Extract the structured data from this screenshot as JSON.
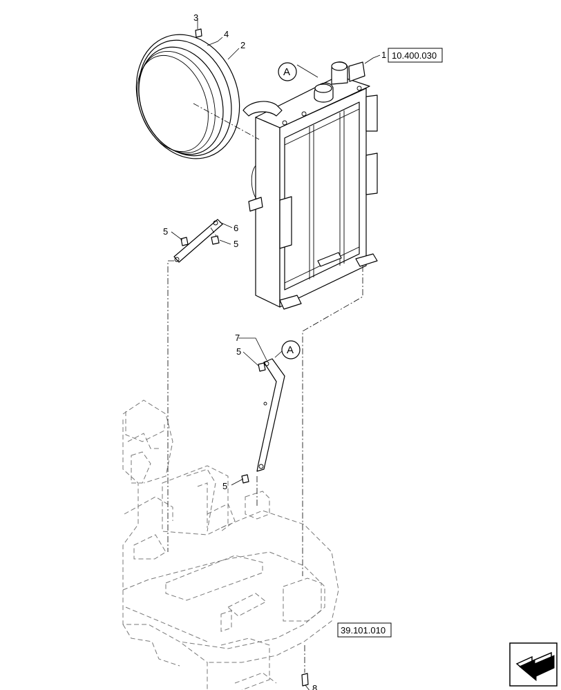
{
  "callouts": {
    "c1": "1",
    "c2": "2",
    "c3": "3",
    "c4": "4",
    "c5a": "5",
    "c5b": "5",
    "c5c": "5",
    "c5d": "5",
    "c6": "6",
    "c7": "7",
    "c8": "8"
  },
  "references": {
    "radiator_ref": "10.400.030",
    "chassis_ref": "39.101.010"
  },
  "detail_markers": {
    "top": "A",
    "bottom": "A"
  },
  "icons": {
    "navigation": "arrow-icon"
  }
}
